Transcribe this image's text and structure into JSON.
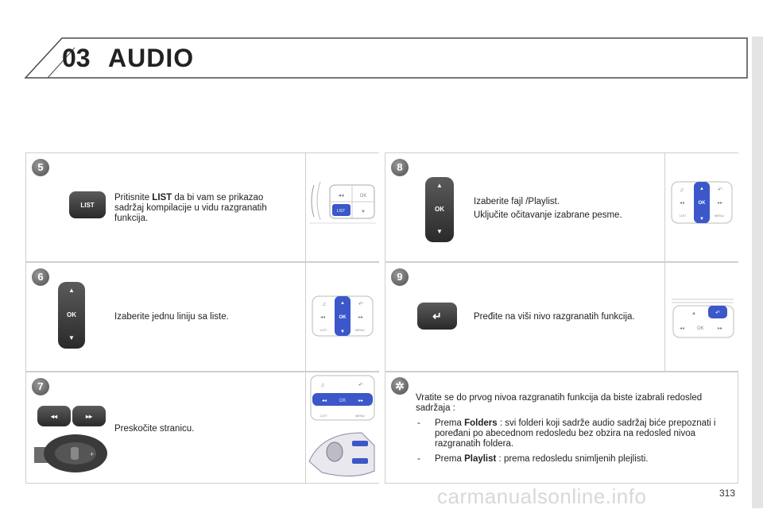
{
  "header": {
    "chapter": "03",
    "title": "AUDIO"
  },
  "steps": [
    {
      "number": "5",
      "button_label": "LIST",
      "text_prefix": "Pritisnite ",
      "text_bold": "LIST",
      "text_suffix": " da bi vam se prikazao sadržaj kompilacije u vidu razgranatih funkcija."
    },
    {
      "number": "6",
      "button_label": "OK",
      "text": "Izaberite jednu liniju sa liste."
    },
    {
      "number": "7",
      "text": "Preskočite stranicu."
    },
    {
      "number": "8",
      "button_label": "OK",
      "line1": "Izaberite fajl /Playlist.",
      "line2": "Uključite očitavanje izabrane pesme."
    },
    {
      "number": "9",
      "text": "Pređite na viši nivo razgranatih funkcija."
    }
  ],
  "tip": {
    "intro": "Vratite se do prvog nivoa razgranatih funkcija da biste izabrali redosled sadržaja :",
    "item1_prefix": "Prema ",
    "item1_bold": "Folders",
    "item1_suffix": " : svi folderi koji sadrže audio sadržaj biće prepoznati i poređani po abecednom redosledu bez obzira na redosled nivoa razgranatih foldera.",
    "item2_prefix": "Prema ",
    "item2_bold": "Playlist",
    "item2_suffix": " : prema redosledu snimljenih plejlisti."
  },
  "thumb_labels": {
    "ok": "OK",
    "list": "LIST",
    "menu": "MENU"
  },
  "footer": {
    "watermark": "carmanualsonline.info",
    "page_number": "313"
  }
}
